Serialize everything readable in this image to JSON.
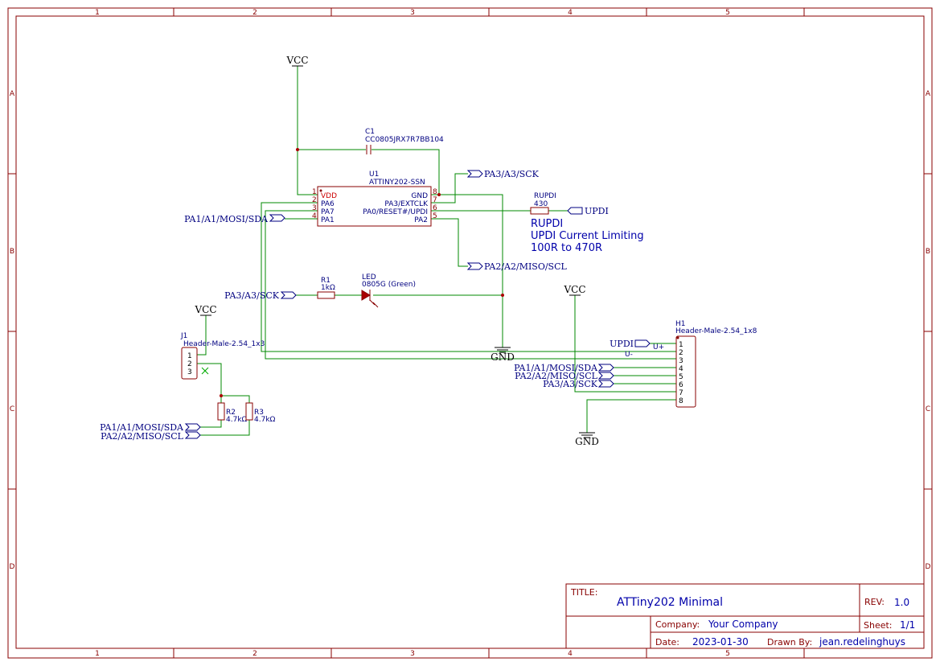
{
  "sheet": {
    "columns": [
      "1",
      "2",
      "3",
      "4",
      "5"
    ],
    "rows": [
      "A",
      "B",
      "C",
      "D"
    ]
  },
  "components": {
    "u1": {
      "designator": "U1",
      "value": "ATTINY202-SSN",
      "pins_left": [
        {
          "num": "1",
          "name": "VDD"
        },
        {
          "num": "2",
          "name": "PA6"
        },
        {
          "num": "3",
          "name": "PA7"
        },
        {
          "num": "4",
          "name": "PA1"
        }
      ],
      "pins_right": [
        {
          "num": "8",
          "name": "GND"
        },
        {
          "num": "7",
          "name": "PA3/EXTCLK"
        },
        {
          "num": "6",
          "name": "PA0/RESET#/UPDI"
        },
        {
          "num": "5",
          "name": "PA2"
        }
      ]
    },
    "c1": {
      "designator": "C1",
      "value": "CC0805JRX7R7BB104"
    },
    "rupdi": {
      "designator": "RUPDI",
      "value": "430"
    },
    "r1": {
      "designator": "R1",
      "value": "1kΩ"
    },
    "led": {
      "designator": "LED",
      "value": "0805G (Green)"
    },
    "r2": {
      "designator": "R2",
      "value": "4.7kΩ"
    },
    "r3": {
      "designator": "R3",
      "value": "4.7kΩ"
    },
    "j1": {
      "designator": "J1",
      "value": "Header-Male-2.54_1x3",
      "pins": [
        "1",
        "2",
        "3"
      ]
    },
    "h1": {
      "designator": "H1",
      "value": "Header-Male-2.54_1x8",
      "pins": [
        "1",
        "2",
        "3",
        "4",
        "5",
        "6",
        "7",
        "8"
      ],
      "pin1_label": "U+",
      "pin2_label": "U-"
    }
  },
  "power": {
    "vcc_top": "VCC",
    "vcc_j1": "VCC",
    "vcc_h1": "VCC",
    "gnd_u1": "GND",
    "gnd_h1": "GND"
  },
  "nets": {
    "pa3_top": "PA3/A3/SCK",
    "pa1_u1": "PA1/A1/MOSI/SDA",
    "updi_out": "UPDI",
    "pa2_u1": "PA2/A2/MISO/SCL",
    "pa3_led": "PA3/A3/SCK",
    "pa1_r": "PA1/A1/MOSI/SDA",
    "pa2_r": "PA2/A2/MISO/SCL",
    "updi_h1": "UPDI",
    "pa1_h1": "PA1/A1/MOSI/SDA",
    "pa2_h1": "PA2/A2/MISO/SCL",
    "pa3_h1": "PA3/A3/SCK"
  },
  "note": {
    "line1": "RUPDI",
    "line2": "UPDI Current Limiting",
    "line3": "100R to 470R"
  },
  "title_block": {
    "title_label": "TITLE:",
    "title": "ATTiny202 Minimal",
    "rev_label": "REV:",
    "rev": "1.0",
    "company_label": "Company:",
    "company": "Your Company",
    "sheet_label": "Sheet:",
    "sheet": "1/1",
    "date_label": "Date:",
    "date": "2023-01-30",
    "drawn_label": "Drawn By:",
    "drawn_by": "jean.redelinghuys"
  },
  "colors": {
    "frame": "#880000",
    "wire": "#008800",
    "net_text": "#000080",
    "note_text": "#0000aa"
  }
}
